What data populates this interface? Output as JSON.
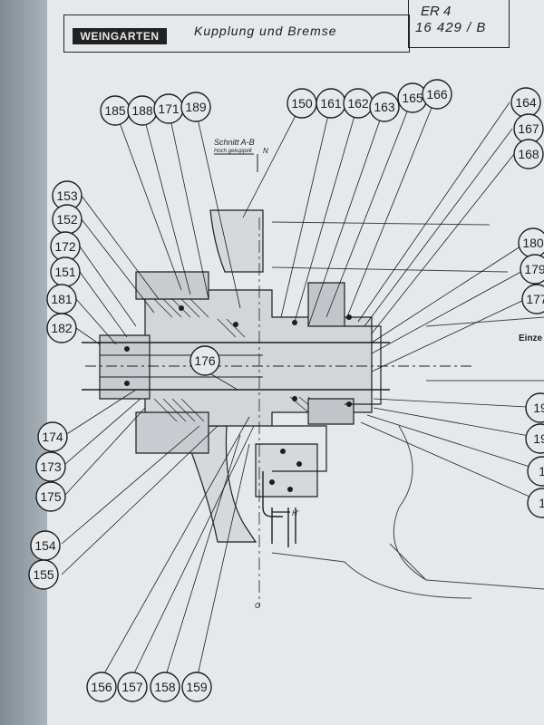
{
  "header": {
    "logo": "WEINGARTEN",
    "title": "Kupplung und Bremse",
    "doc_line1": "ER 4",
    "doc_line2": "16 429 / B"
  },
  "diagram": {
    "section_title": "Schnitt A-B",
    "section_note": "Hoch gekuppelt",
    "marker_n": "N",
    "marker_h": "H'",
    "marker_o": "O",
    "side_label": "Einze"
  },
  "callouts": [
    {
      "id": "185",
      "text": "185"
    },
    {
      "id": "188",
      "text": "188"
    },
    {
      "id": "171",
      "text": "171"
    },
    {
      "id": "189",
      "text": "189"
    },
    {
      "id": "150",
      "text": "150"
    },
    {
      "id": "161",
      "text": "161"
    },
    {
      "id": "162",
      "text": "162"
    },
    {
      "id": "163",
      "text": "163"
    },
    {
      "id": "165",
      "text": "165"
    },
    {
      "id": "166",
      "text": "166"
    },
    {
      "id": "164",
      "text": "164"
    },
    {
      "id": "167",
      "text": "167"
    },
    {
      "id": "168",
      "text": "168"
    },
    {
      "id": "153",
      "text": "153"
    },
    {
      "id": "152",
      "text": "152"
    },
    {
      "id": "172",
      "text": "172"
    },
    {
      "id": "151",
      "text": "151"
    },
    {
      "id": "181",
      "text": "181"
    },
    {
      "id": "182",
      "text": "182"
    },
    {
      "id": "180",
      "text": "180"
    },
    {
      "id": "179",
      "text": "179"
    },
    {
      "id": "177",
      "text": "177"
    },
    {
      "id": "176",
      "text": "176"
    },
    {
      "id": "174",
      "text": "174"
    },
    {
      "id": "173",
      "text": "173"
    },
    {
      "id": "175",
      "text": "175"
    },
    {
      "id": "154",
      "text": "154"
    },
    {
      "id": "155",
      "text": "155"
    },
    {
      "id": "156",
      "text": "156"
    },
    {
      "id": "157",
      "text": "157"
    },
    {
      "id": "158",
      "text": "158"
    },
    {
      "id": "159",
      "text": "159"
    },
    {
      "id": "19a",
      "text": "19"
    },
    {
      "id": "19b",
      "text": "19"
    },
    {
      "id": "1a",
      "text": "1"
    },
    {
      "id": "1b",
      "text": "1"
    }
  ]
}
